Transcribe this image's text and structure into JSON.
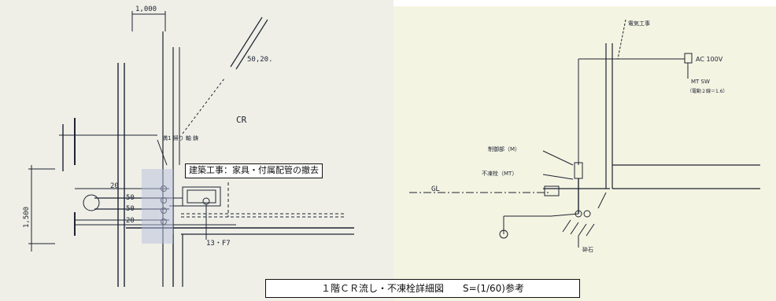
{
  "callout": "建築工事：家具・付属配管の撤去",
  "title": "１階ＣＲ流し・不凍栓詳細図　　S=(1/60)参考",
  "left": {
    "dim_top": "1,000",
    "dim_left": "1,500",
    "slope": "50,20.",
    "room": "CR",
    "support_note": "満1 掃り 軸 鋳",
    "pipe_20a": "20",
    "pipe_50a": "50",
    "pipe_50b": "50",
    "pipe_20b": "20",
    "trap": "13・F7"
  },
  "right": {
    "electrical": "電気工事",
    "power": "AC 100V",
    "switch": "MT SW",
    "switch_note": "（電動２線＝1.6）",
    "control": "制御部（M）",
    "valve": "不凍栓（MT）",
    "gl": "GL",
    "gravel": "砕石"
  },
  "colors": {
    "ink": "#1c2333",
    "paper": "#efefe7",
    "blueprint_tint": "#b7c0dd"
  }
}
